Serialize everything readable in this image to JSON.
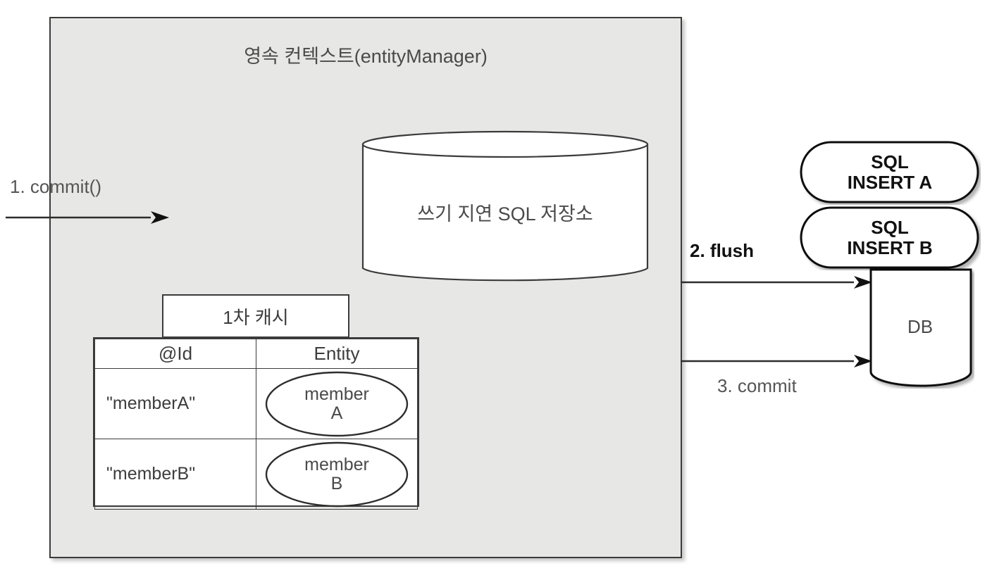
{
  "diagram": {
    "title": "영속 컨텍스트(entityManager)",
    "container_bg": "#e7e7e6",
    "border_color": "#3b3b3b"
  },
  "sql_store": {
    "label": "쓰기 지연 SQL 저장소",
    "shape": "cylinder-icon"
  },
  "first_level_cache": {
    "tab_label": "1차 캐시",
    "columns": [
      "@Id",
      "Entity"
    ],
    "rows": [
      {
        "id": "\"memberA\"",
        "entity_line1": "member",
        "entity_line2": "A"
      },
      {
        "id": "\"memberB\"",
        "entity_line1": "member",
        "entity_line2": "B"
      }
    ]
  },
  "sql_statements": [
    {
      "line1": "SQL",
      "line2": "INSERT A"
    },
    {
      "line1": "SQL",
      "line2": "INSERT B"
    }
  ],
  "database": {
    "label": "DB",
    "shape": "cylinder-icon"
  },
  "flows": [
    {
      "label": "1. commit()",
      "emphasis": "normal",
      "color": "#555555"
    },
    {
      "label": "2. flush",
      "emphasis": "bold",
      "color": "#111111"
    },
    {
      "label": "3. commit",
      "emphasis": "normal",
      "color": "#555555"
    }
  ]
}
